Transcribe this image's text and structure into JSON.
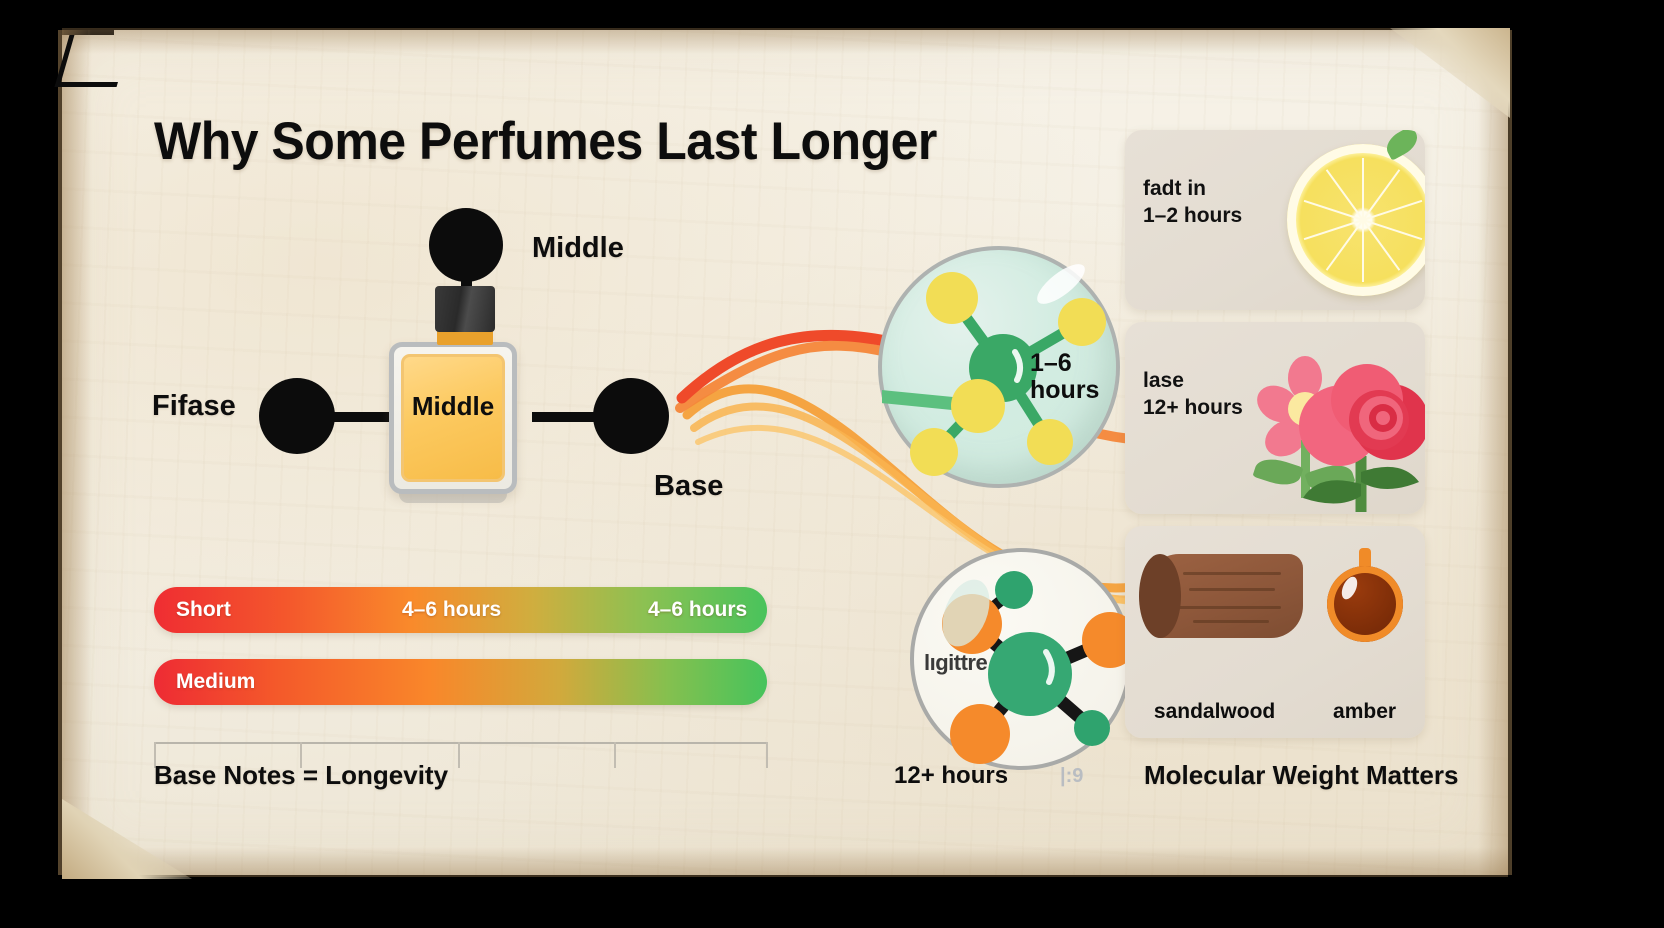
{
  "title": "Why Some Perfumes Last Longer",
  "diagram": {
    "label_top": "Middle",
    "label_left": "Fifase",
    "label_right": "Base",
    "bottle_label": "Middle"
  },
  "bubbles": {
    "green_label": "1–6\nhours",
    "green_label_line1": "1–6",
    "green_label_line2": "hours",
    "white_label": "lıgittre"
  },
  "bars": [
    {
      "name": "short-bar",
      "label": "Short",
      "mid_label": "4–6 hours",
      "end_label": "4–6 hours"
    },
    {
      "name": "medium-bar",
      "label": "Medium",
      "mid_label": "",
      "end_label": ""
    }
  ],
  "captions": {
    "left": "Base Notes = Longevity",
    "center": "12+ hours",
    "center_sub": "|:9",
    "right": "Molecular Weight Matters"
  },
  "cards": [
    {
      "name": "card-fade-lemon",
      "text_line1": "fadt in",
      "text_line2": "1–2 hours",
      "captions": []
    },
    {
      "name": "card-last-floral",
      "text_line1": "lase",
      "text_line2": "12+ hours",
      "captions": []
    },
    {
      "name": "card-base-materials",
      "text_line1": "",
      "text_line2": "",
      "captions": [
        "sandalwood",
        "amber"
      ]
    }
  ],
  "colors": {
    "parchment": "#f4efe3",
    "frame": "#000000",
    "red": "#ef2d32",
    "orange": "#f9872a",
    "green": "#46c35c",
    "molecule_green": "#3aa866",
    "molecule_yellow": "#f2dd55",
    "molecule_orange": "#f58a2b",
    "bottle_liquid": "#fcc95f",
    "lemon": "#f6e05e",
    "rose": "#e8455c",
    "wood": "#8d573a",
    "amber": "#f08b28"
  }
}
